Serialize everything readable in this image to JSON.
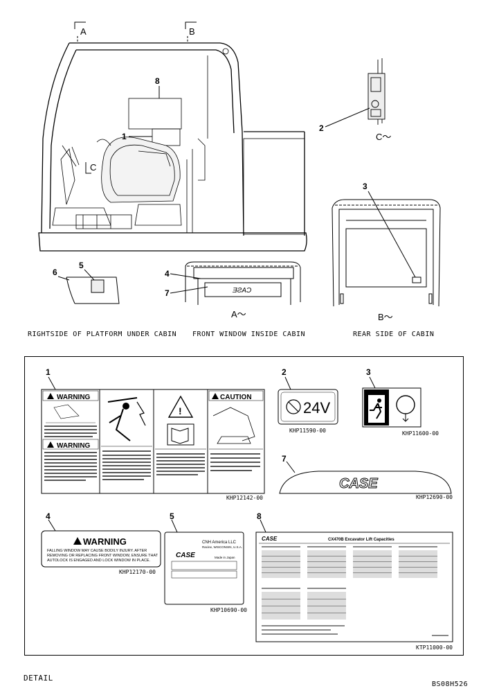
{
  "views": {
    "section_a": "A",
    "section_b": "B",
    "view_c": "C",
    "view_c_label": "C～",
    "view_a_label": "A～",
    "view_b_label": "B～"
  },
  "captions": {
    "platform": "RIGHTSIDE OF PLATFORM UNDER CABIN",
    "front_window": "FRONT WINDOW INSIDE CABIN",
    "rear_side": "REAR SIDE OF CABIN",
    "detail": "DETAIL",
    "drawing_id": "BS08H526"
  },
  "callouts": [
    "1",
    "2",
    "3",
    "4",
    "5",
    "6",
    "7",
    "8"
  ],
  "decals": {
    "d1": {
      "warning": "WARNING",
      "warning2": "WARNING",
      "caution": "CAUTION",
      "part": "KHP12142-00"
    },
    "d2": {
      "voltage": "24V",
      "part": "KHP11590-00"
    },
    "d3": {
      "part": "KHP11600-00"
    },
    "d4": {
      "title": "WARNING",
      "line1": "FALLING WINDOW MAY CAUSE BODILY INJURY. AFTER",
      "line2": "REMOVING OR REPLACING FRONT WINDOW, ENSURE THAT",
      "line3": "AUTOLOCK IS ENGAGED AND LOCK WINDOW IN PLACE.",
      "part": "KHP12170-00"
    },
    "d5": {
      "company": "CNH America LLC",
      "city": "Racine, WISCONSIN, U.S.A.",
      "logo": "CASE",
      "made_in": "Made in Japan",
      "part": "KHP10690-00"
    },
    "d7": {
      "logo": "CASE",
      "part": "KHP12690-00"
    },
    "d8": {
      "logo": "CASE",
      "title": "CX470B Excavator Lift Capacities",
      "part": "KTP11000-00"
    }
  }
}
